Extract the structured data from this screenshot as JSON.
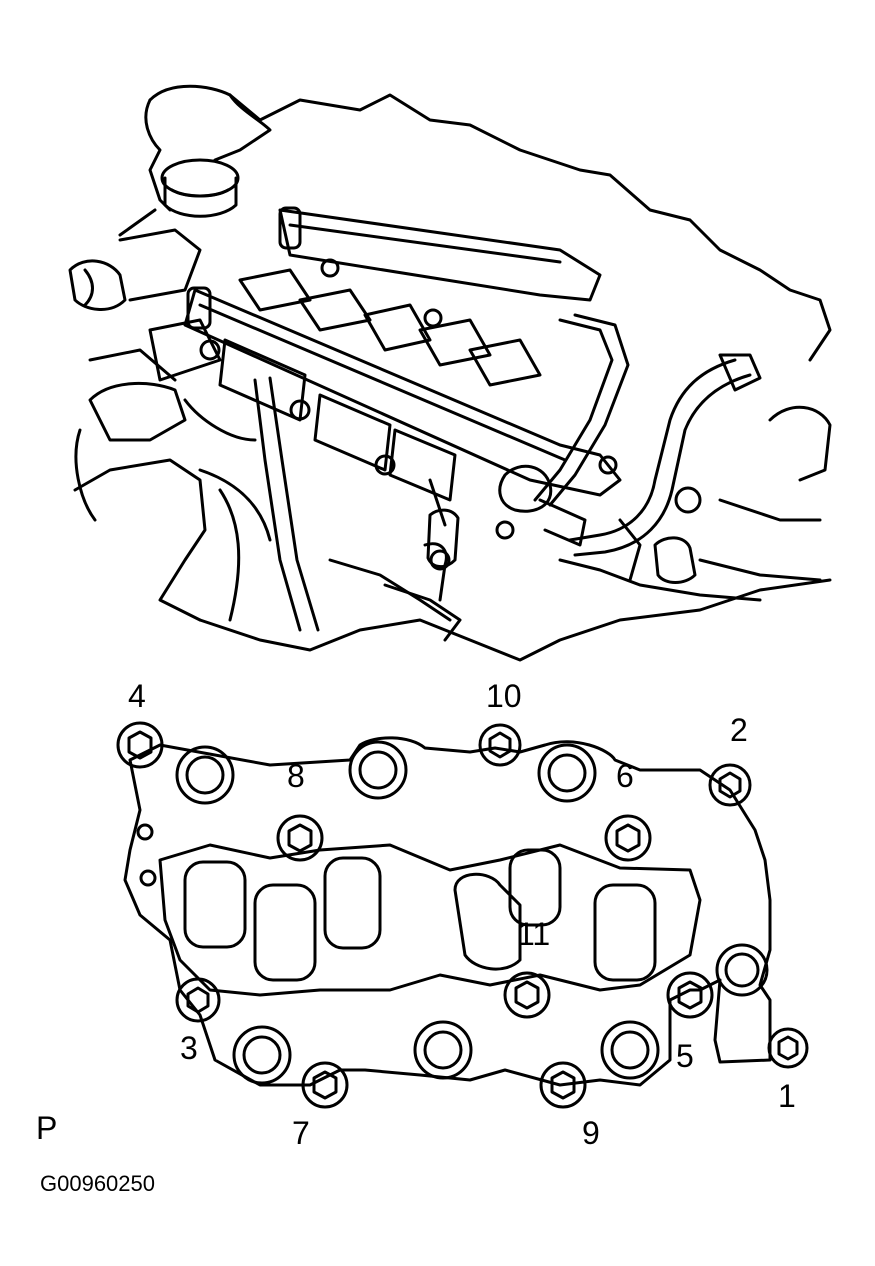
{
  "diagram": {
    "view_letter": "P",
    "figure_code": "G00960250",
    "bolt_labels": [
      "1",
      "2",
      "3",
      "4",
      "5",
      "6",
      "7",
      "8",
      "9",
      "10",
      "11"
    ]
  },
  "colors": {
    "line": "#000000",
    "background": "#ffffff"
  }
}
